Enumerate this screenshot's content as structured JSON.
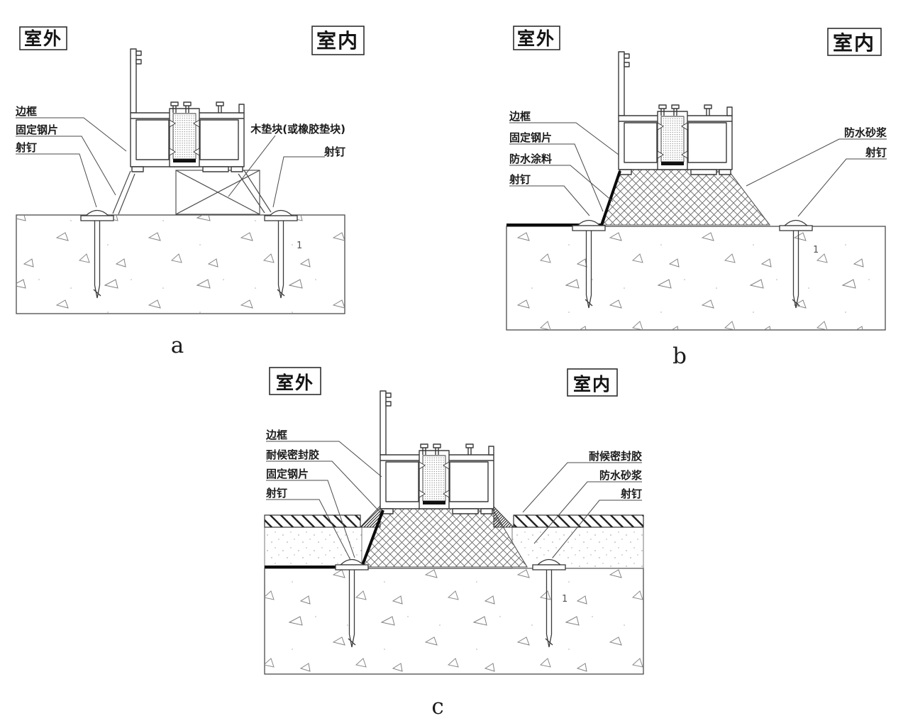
{
  "figure": {
    "background": "#ffffff",
    "line_color": "#3a3a3a",
    "seal_color": "#0c0c0c"
  },
  "diagrams": [
    {
      "caption": "a",
      "outdoor": "室外",
      "indoor": "室内",
      "left_labels": [
        "边框",
        "固定钢片",
        "射钉"
      ],
      "right_labels": [
        "木垫块(或橡胶垫块)",
        "射钉"
      ],
      "mark": "1"
    },
    {
      "caption": "b",
      "outdoor": "室外",
      "indoor": "室内",
      "left_labels": [
        "边框",
        "固定钢片",
        "防水涂料",
        "射钉"
      ],
      "right_labels": [
        "防水砂浆",
        "射钉"
      ],
      "mark": "1"
    },
    {
      "caption": "c",
      "outdoor": "室外",
      "indoor": "室内",
      "left_labels": [
        "边框",
        "耐候密封胶",
        "固定钢片",
        "射钉"
      ],
      "right_labels": [
        "耐候密封胶",
        "防水砂浆",
        "射钉"
      ],
      "mark": "1"
    }
  ]
}
